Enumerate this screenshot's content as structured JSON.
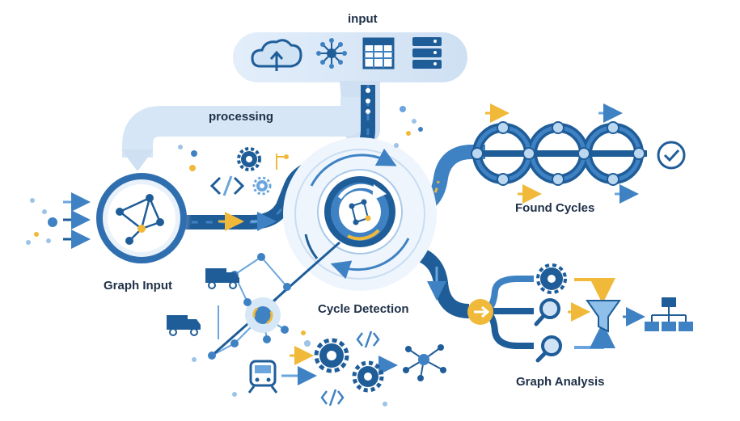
{
  "labels": {
    "input": "input",
    "processing": "processing",
    "graph_input": "Graph Input",
    "cycle_detection": "Cycle Detection",
    "found_cycles": "Found Cycles",
    "graph_analysis": "Graph Analysis"
  },
  "icons": {
    "input_panel": [
      "cloud-upload-icon",
      "network-node-icon",
      "spreadsheet-icon",
      "server-stack-icon"
    ],
    "processing": [
      "gear-icon",
      "code-brackets-icon",
      "branch-icon"
    ],
    "analysis": [
      "gear-icon",
      "magnifier-icon",
      "magnifier-icon",
      "funnel-icon",
      "hierarchy-icon"
    ],
    "transport": [
      "truck-icon",
      "truck-icon",
      "train-icon"
    ]
  },
  "colors": {
    "dark_blue": "#1f5d99",
    "mid_blue": "#3f82c4",
    "light_blue": "#cfe3f5",
    "yellow": "#f0b93a",
    "text": "#1f3048"
  }
}
